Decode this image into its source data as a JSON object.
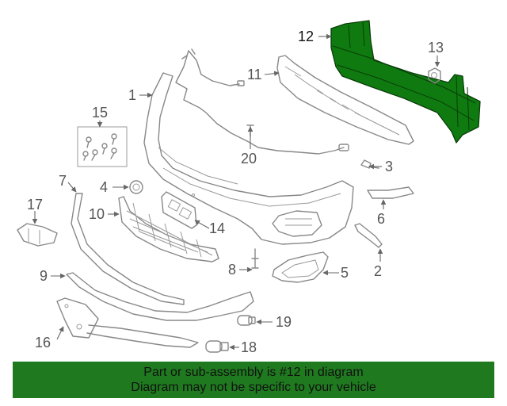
{
  "callouts": {
    "c1": "1",
    "c2": "2",
    "c3": "3",
    "c4": "4",
    "c5": "5",
    "c6": "6",
    "c7": "7",
    "c8": "8",
    "c9": "9",
    "c10": "10",
    "c11": "11",
    "c12": "12",
    "c13": "13",
    "c14": "14",
    "c15": "15",
    "c16": "16",
    "c17": "17",
    "c18": "18",
    "c19": "19",
    "c20": "20"
  },
  "highlighted_part": "12",
  "colors": {
    "highlight_fill": "#0f7a0f",
    "banner_background": "#1f7a1f",
    "part_outline": "#888888"
  },
  "banner": {
    "line1": "Part or sub-assembly is #12 in diagram",
    "line2": "Diagram may not be specific to your vehicle"
  }
}
